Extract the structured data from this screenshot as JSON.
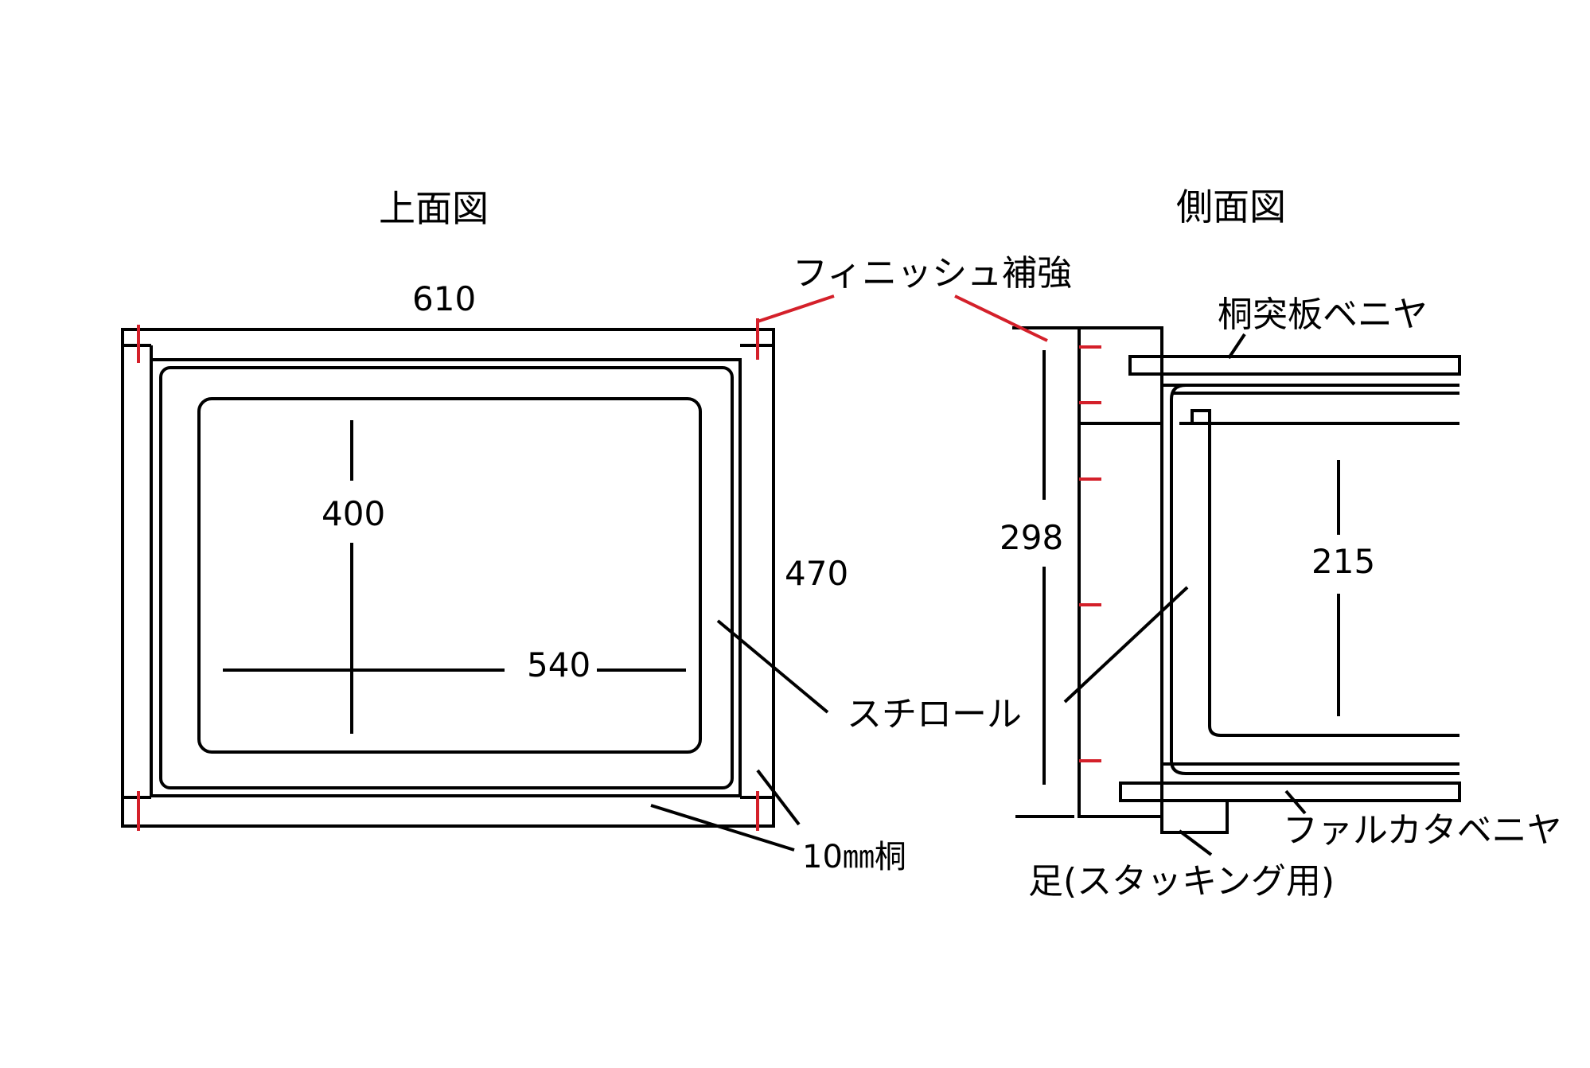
{
  "top_view": {
    "title": "上面図",
    "dim_width": "610",
    "dim_depth": "470",
    "dim_inner_depth": "400",
    "dim_inner_width": "540"
  },
  "side_view": {
    "title": "側面図",
    "dim_height": "298",
    "dim_inner_height": "215"
  },
  "labels": {
    "finish_reinforcement": "フィニッシュ補強",
    "paulownia_veneer": "桐突板ベニヤ",
    "styrofoam": "スチロール",
    "paulownia_10mm": "10㎜桐",
    "falcata_veneer": "ファルカタベニヤ",
    "legs_stacking": "足(スタッキング用)"
  },
  "colors": {
    "line": "#000000",
    "marker": "#d4202a"
  }
}
